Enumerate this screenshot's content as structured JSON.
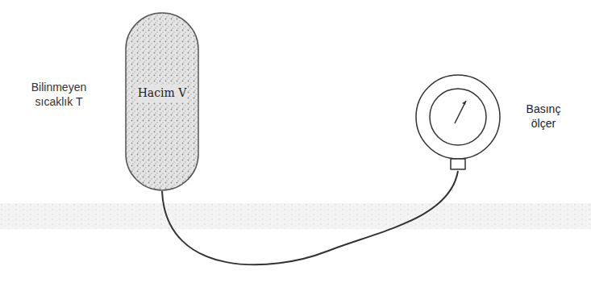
{
  "diagram": {
    "nodes": [
      {
        "text": [
          "Hacim V"
        ]
      },
      {
        "text": [
          "Basınç ölçer"
        ]
      }
    ],
    "edges": [
      {
        "from": 0,
        "to": 1,
        "arrow": "none"
      }
    ],
    "labels": [
      "Bilinmeyen sıcaklık T"
    ]
  }
}
